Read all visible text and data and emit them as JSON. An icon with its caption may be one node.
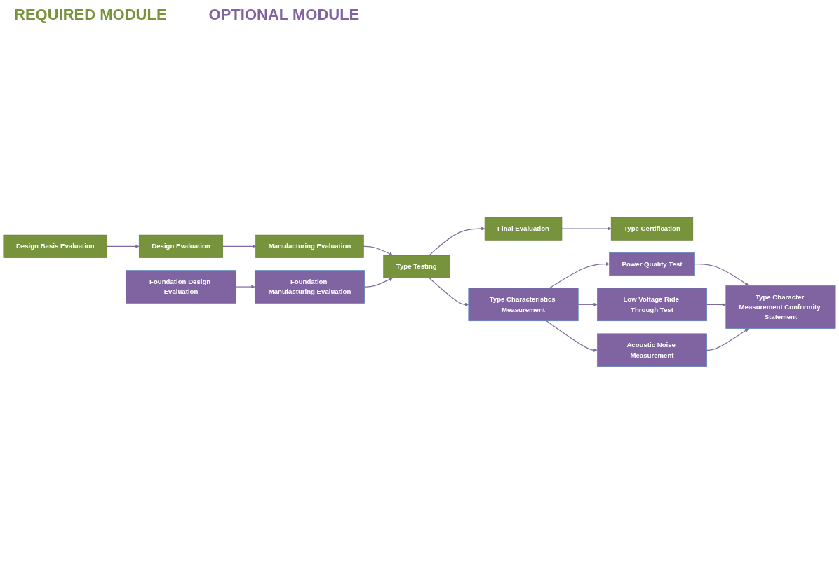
{
  "diagram": {
    "nodes": [
      {
        "text": [
          "Design Basis Evaluation"
        ]
      },
      {
        "text": [
          "Design Evaluation"
        ]
      },
      {
        "text": [
          "Manufacturing Evaluation"
        ]
      },
      {
        "text": [
          "Type Testing"
        ]
      },
      {
        "text": [
          "Final Evaluation"
        ]
      },
      {
        "text": [
          "Type Certification"
        ]
      },
      {
        "text": [
          "Foundation Design Evaluation"
        ]
      },
      {
        "text": [
          "Foundation Manufacturing Evaluation"
        ]
      },
      {
        "text": [
          "Type Characteristics Measurement"
        ]
      },
      {
        "text": [
          "Power Quality Test"
        ]
      },
      {
        "text": [
          "Low Voltage Ride Through Test"
        ]
      },
      {
        "text": [
          "Acoustic Noise Measurement"
        ]
      },
      {
        "text": [
          "Type Character Measurement Conformity Statement"
        ]
      }
    ],
    "edges": [
      {
        "from": 0,
        "to": 1,
        "arrow": "to"
      },
      {
        "from": 1,
        "to": 2,
        "arrow": "to"
      },
      {
        "from": 2,
        "to": 3,
        "arrow": "to"
      },
      {
        "from": 7,
        "to": 3,
        "arrow": "to"
      },
      {
        "from": 3,
        "to": 4,
        "arrow": "to"
      },
      {
        "from": 4,
        "to": 5,
        "arrow": "to"
      },
      {
        "from": 6,
        "to": 7,
        "arrow": "to"
      },
      {
        "from": 3,
        "to": 8,
        "arrow": "to"
      },
      {
        "from": 8,
        "to": 9,
        "arrow": "to"
      },
      {
        "from": 8,
        "to": 10,
        "arrow": "to"
      },
      {
        "from": 8,
        "to": 11,
        "arrow": "to"
      },
      {
        "from": 9,
        "to": 12,
        "arrow": "to"
      },
      {
        "from": 10,
        "to": 12,
        "arrow": "to"
      },
      {
        "from": 11,
        "to": 12,
        "arrow": "to"
      }
    ],
    "labels": [
      "REQUIRED MODULE",
      "OPTIONAL MODULE"
    ]
  }
}
